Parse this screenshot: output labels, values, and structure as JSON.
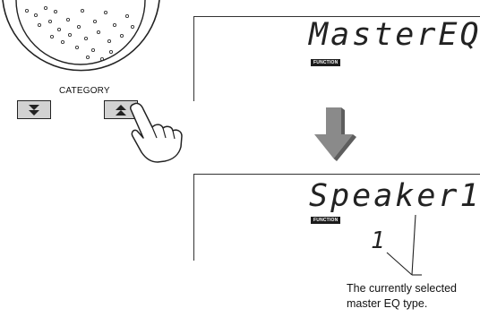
{
  "category": {
    "label": "CATEGORY"
  },
  "display_top": {
    "text": "MasterEQ",
    "badge": "FUNCTION"
  },
  "display_bottom": {
    "text": "Speaker1",
    "badge": "FUNCTION",
    "value": "1"
  },
  "caption": {
    "line1": "The currently selected",
    "line2": "master EQ type."
  },
  "colors": {
    "button_fill": "#d2d2d2",
    "arrow_fill": "#8a8a8a",
    "ink": "#222222"
  },
  "icons": {
    "dial": "speaker-grille-dial",
    "down_button": "double-chevron-down-icon",
    "up_button": "double-chevron-up-icon",
    "hand": "pointing-hand-icon",
    "flow_arrow": "big-down-arrow-icon"
  }
}
